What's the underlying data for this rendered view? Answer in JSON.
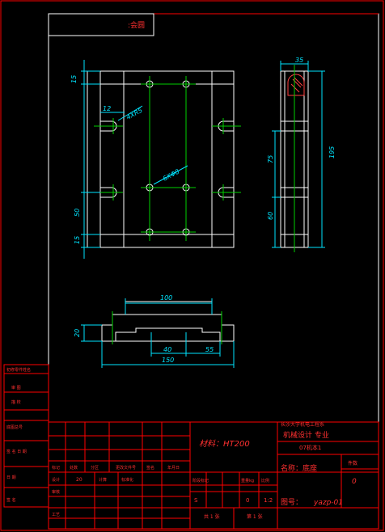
{
  "drawing": {
    "top_box_label": ":会圆",
    "dims": {
      "plan_thick": "15",
      "plan_radius": "4XR5",
      "plan_slot_w": "12",
      "plan_holes": "6XΦ8",
      "plan_v_50": "50",
      "plan_v_15": "15",
      "side_w": "35",
      "side_h_total": "195",
      "side_h_75": "75",
      "side_h_60": "60",
      "front_top": "100",
      "front_h": "20",
      "front_40": "40",
      "front_55": "55",
      "front_150": "150"
    }
  },
  "left_strip": {
    "rows": [
      "初修零件姓名",
      "审 图",
      "描 校",
      "底图总号",
      "签 名 日 期",
      "日 期",
      "签 名"
    ]
  },
  "title_block": {
    "material": "材料：HT200",
    "school": "长沙大学机电工程系",
    "major_line": "机械设计    专业",
    "class_line": "07机本1",
    "part_name": "名称：底座",
    "count_label": "件数",
    "count_value": "0",
    "drawing_no_label": "图号：",
    "drawing_no_value": "yazp-01",
    "header_cells": [
      "标记",
      "处数",
      "分区",
      "更改文件号",
      "签名",
      "年月日"
    ],
    "rows": [
      {
        "label": "设计",
        "c1": "20",
        "c2": "计算",
        "c3": "标准化"
      },
      {
        "label": "审核",
        "c1": "",
        "c2": "",
        "c3": ""
      },
      {
        "label": "工艺",
        "c1": "",
        "c2": "",
        "c3": ""
      }
    ],
    "stage_header": [
      "阶段标记",
      "",
      "重量kg",
      "比例"
    ],
    "stage_values": [
      "S",
      "",
      "0",
      "1:2"
    ],
    "sheets": "共 1 张",
    "sheet_no": "第 1 张"
  }
}
